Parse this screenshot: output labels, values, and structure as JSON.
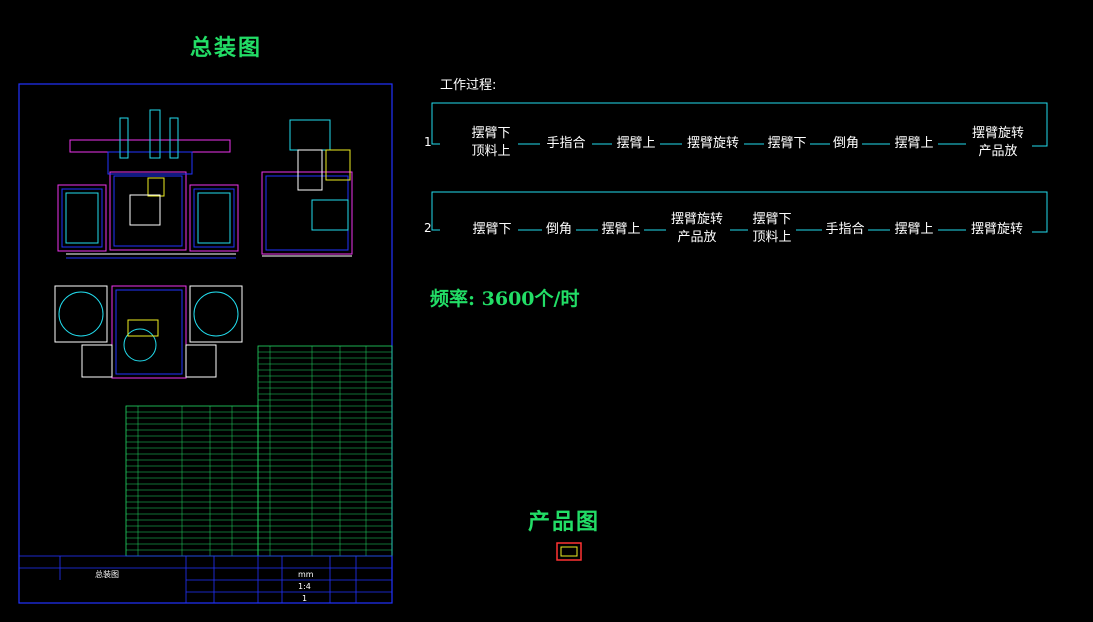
{
  "titles": {
    "assembly": "总装图",
    "product": "产品图"
  },
  "process": {
    "heading": "工作过程:",
    "row1": {
      "num": "1",
      "steps": [
        "摆臂下\n顶料上",
        "手指合",
        "摆臂上",
        "摆臂旋转",
        "摆臂下",
        "倒角",
        "摆臂上",
        "摆臂旋转\n产品放"
      ]
    },
    "row2": {
      "num": "2",
      "steps": [
        "摆臂下",
        "倒角",
        "摆臂上",
        "摆臂旋转\n产品放",
        "摆臂下\n顶料上",
        "手指合",
        "摆臂上",
        "摆臂旋转"
      ]
    }
  },
  "frequency": "频率: 3600个/时",
  "title_block": {
    "drawing_name": "总装图",
    "unit": "mm",
    "scale": "1:4",
    "sheet": "1"
  },
  "colors": {
    "green_title": "#22dd66",
    "frame_blue": "#2233ff",
    "cyan": "#22ddee",
    "magenta": "#ee33ee",
    "red": "#ff3333",
    "yellow": "#eeee22"
  }
}
